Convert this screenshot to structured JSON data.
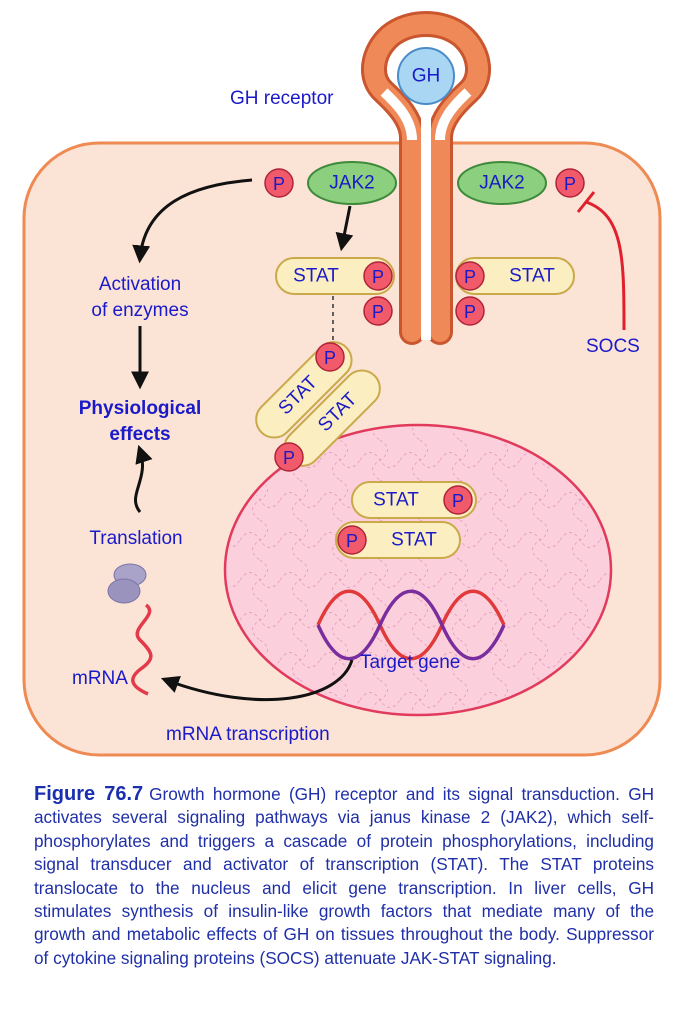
{
  "diagram": {
    "hormone": "GH",
    "receptor_label": "GH receptor",
    "kinase": "JAK2",
    "phosphate": "P",
    "stat": "STAT",
    "socs": "SOCS",
    "activation_label_1": "Activation",
    "activation_label_2": "of enzymes",
    "physiological_1": "Physiological",
    "physiological_2": "effects",
    "translation": "Translation",
    "mrna": "mRNA",
    "target_gene": "Target gene",
    "mrna_transcription": "mRNA transcription"
  },
  "caption": {
    "label": "Figure 76.7",
    "text": "Growth hormone (GH) receptor and its signal transduction. GH activates several signaling pathways via janus kinase 2 (JAK2), which self-phosphorylates and triggers a cascade of protein phosphorylations, including signal transducer and activator of transcription (STAT). The STAT proteins translocate to the nucleus and elicit gene transcription. In liver cells, GH stimulates synthesis of insulin-like growth factors that mediate many of the growth and metabolic effects of GH on tissues throughout the body. Suppressor of cytokine signaling proteins (SOCS) attenuate JAK-STAT signaling."
  },
  "colors": {
    "cell_fill": "#fbe3d6",
    "cell_border": "#ee8a52",
    "receptor": "#e87c4a",
    "hormone_fill": "#a9d6f2",
    "jak_fill": "#8ccf7e",
    "stat_fill": "#fbefc2",
    "phosphate_fill": "#f15a6b",
    "nucleus_fill": "#fbd0dc",
    "inhibition": "#e0202c",
    "text": "#1a1ac8"
  }
}
